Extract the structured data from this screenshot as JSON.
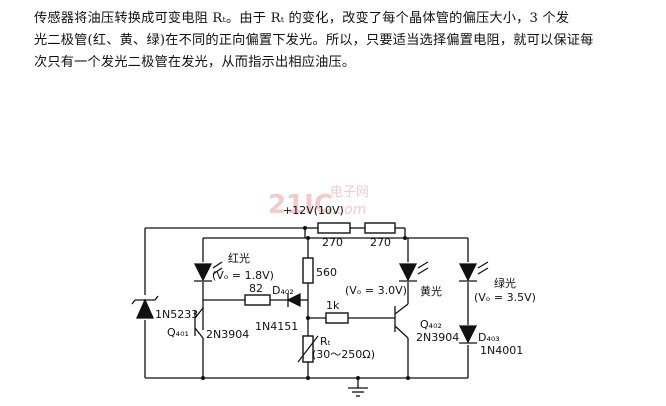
{
  "paragraph": {
    "line1": "传感器将油压转换成可变电阻 Rₜ。由于 Rₜ 的变化，改变了每个晶体管的偏压大小，3 个发",
    "line2": "光二极管(红、黄、绿)在不同的正向偏置下发光。所以，只要适当选择偏置电阻，就可以保证每",
    "line3": "次只有一个发光二极管在发光，从而指示出相应油压。"
  },
  "watermark": {
    "brand": "21IC",
    "cn": "电子网",
    "domain": ".com"
  },
  "circuit": {
    "supply": "+12V(10V)",
    "r_270_a": "270",
    "r_270_b": "270",
    "r_560": "560",
    "r_82": "82",
    "r_1k": "1k",
    "red_label": "红光",
    "red_vf": "(Vₒ = 1.8V)",
    "yellow_label": "黄光",
    "yellow_vf": "(Vₒ = 3.0V)",
    "green_label": "绿光",
    "green_vf": "(Vₒ = 3.5V)",
    "zener": "1N5233",
    "d402_label": "D₄₀₂",
    "d402_part": "1N4151",
    "q401_label": "Q₄₀₁",
    "q401_part": "2N3904",
    "q402_label": "Q₄₀₂",
    "q402_part": "2N3904",
    "d403_label": "D₄₀₃",
    "d403_part": "1N4001",
    "rt_label": "Rₜ",
    "rt_range": "(30～250Ω)"
  }
}
